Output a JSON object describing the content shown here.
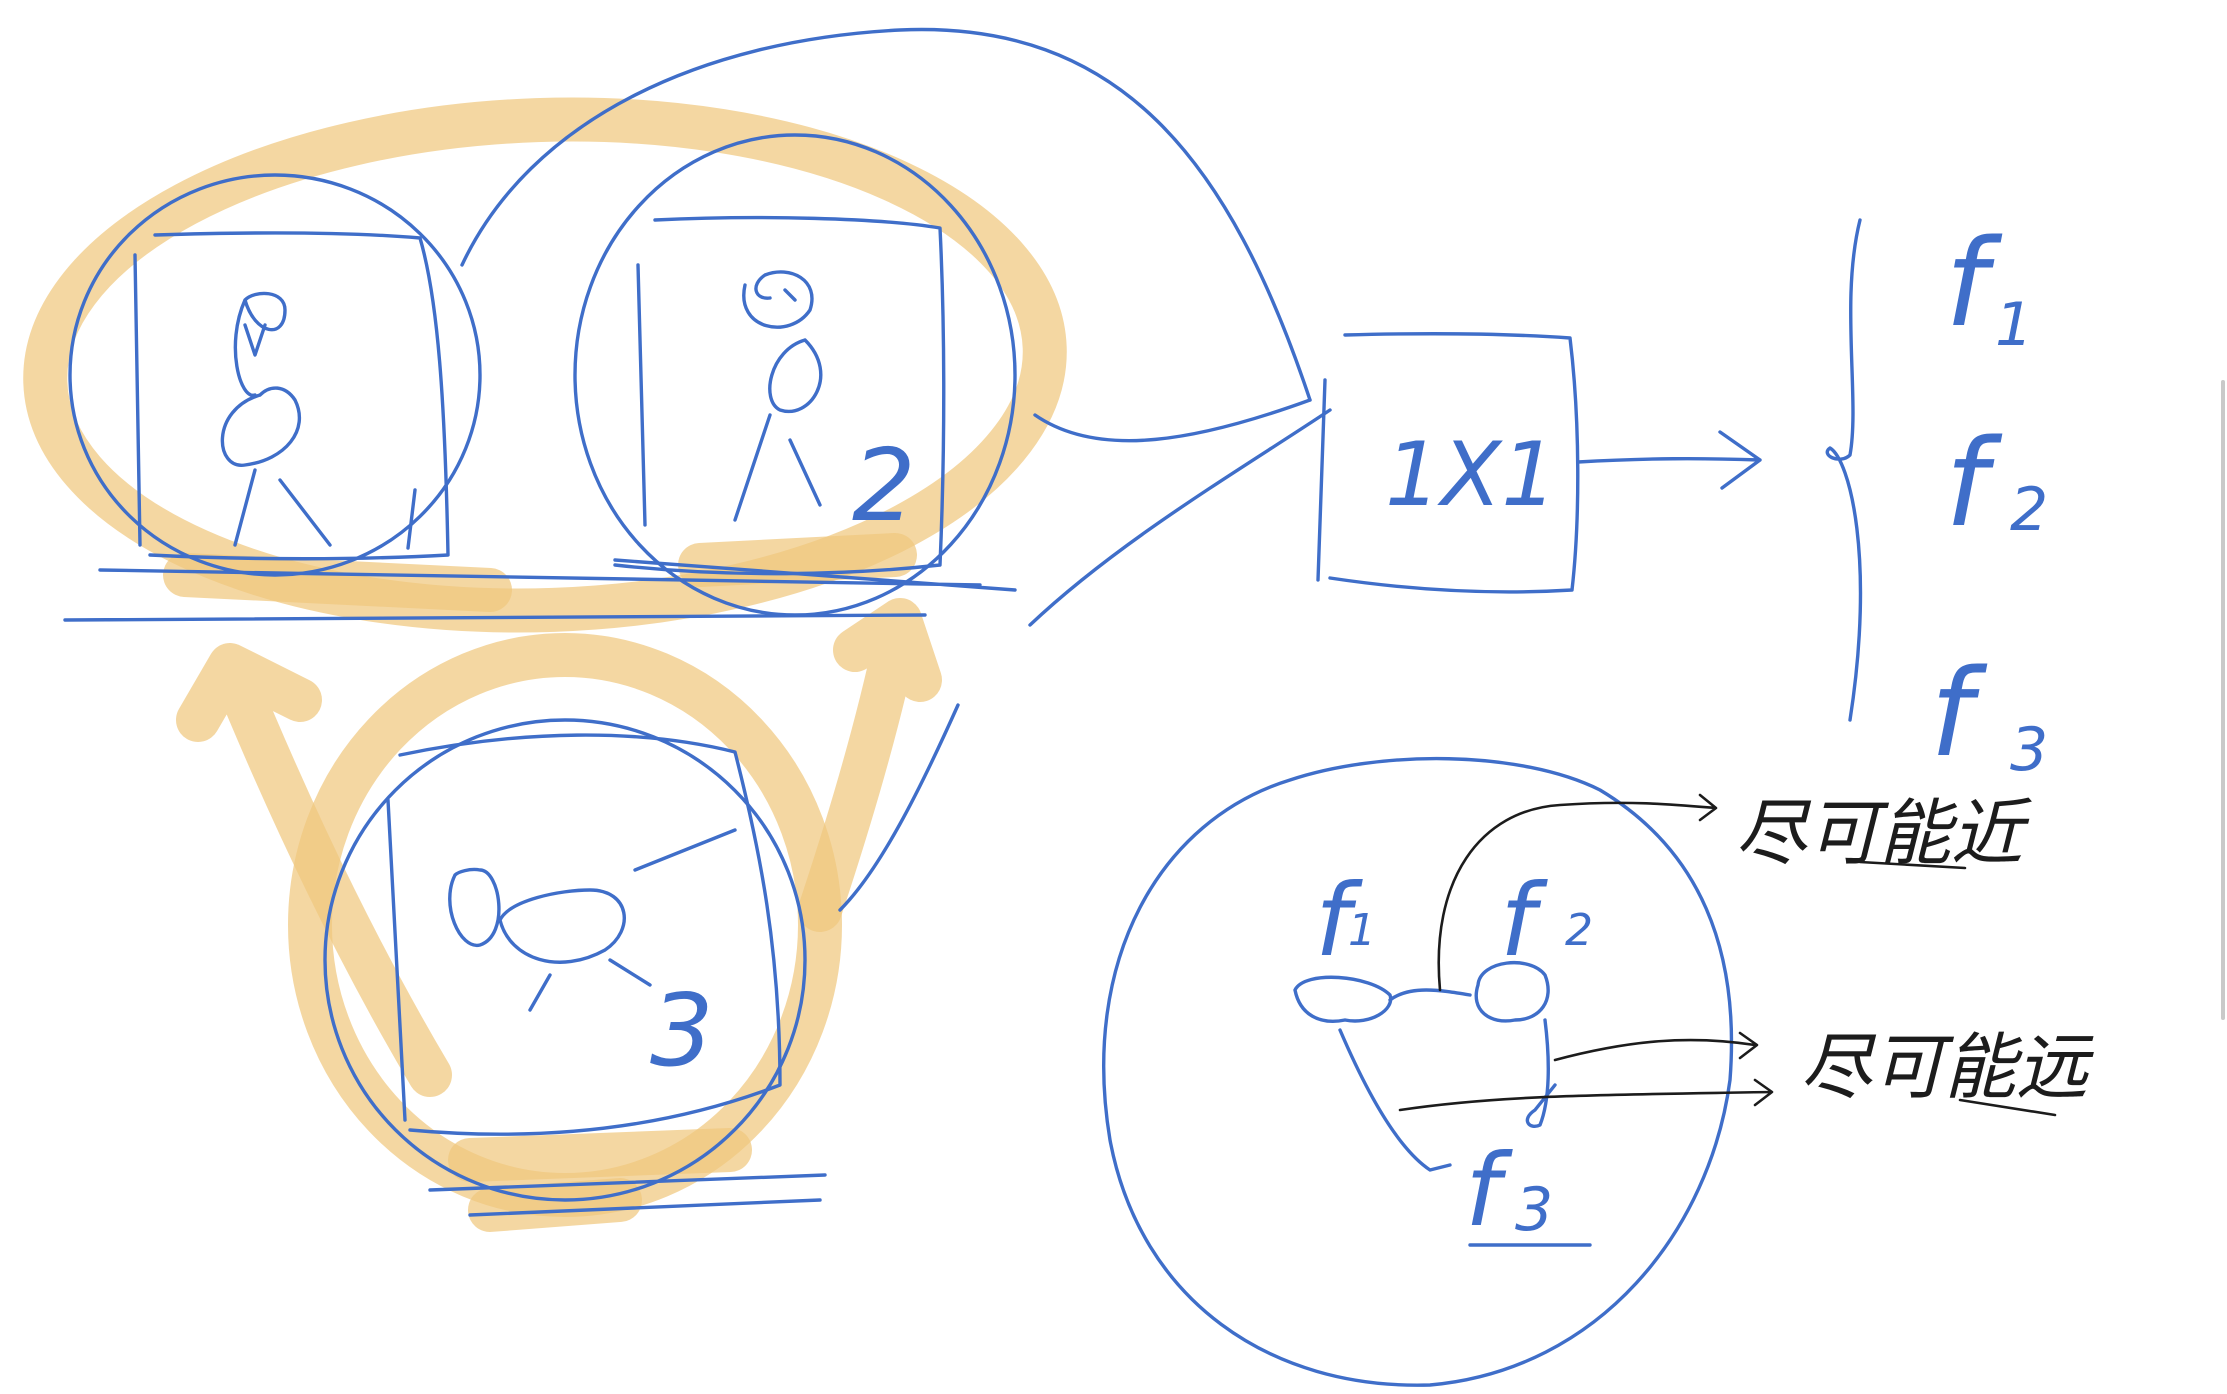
{
  "colors": {
    "background": "#ffffff",
    "ink_blue": "#3f6ec9",
    "highlight_orange": "#f0c87e",
    "ink_dark": "#1c1c1c"
  },
  "model_box": {
    "label": "1X1"
  },
  "feature_list": {
    "items": [
      {
        "f": "f",
        "sub": "1"
      },
      {
        "f": "f",
        "sub": "2"
      },
      {
        "f": "f",
        "sub": "3"
      }
    ]
  },
  "feature_space": {
    "nodes": [
      {
        "f": "f",
        "sub": "1"
      },
      {
        "f": "f",
        "sub": "2"
      },
      {
        "f": "f",
        "sub": "3"
      }
    ]
  },
  "annotations": {
    "near": "尽可能近",
    "far": "尽可能远"
  },
  "sketches": {
    "image_numbers": [
      "",
      "2",
      "3"
    ]
  }
}
